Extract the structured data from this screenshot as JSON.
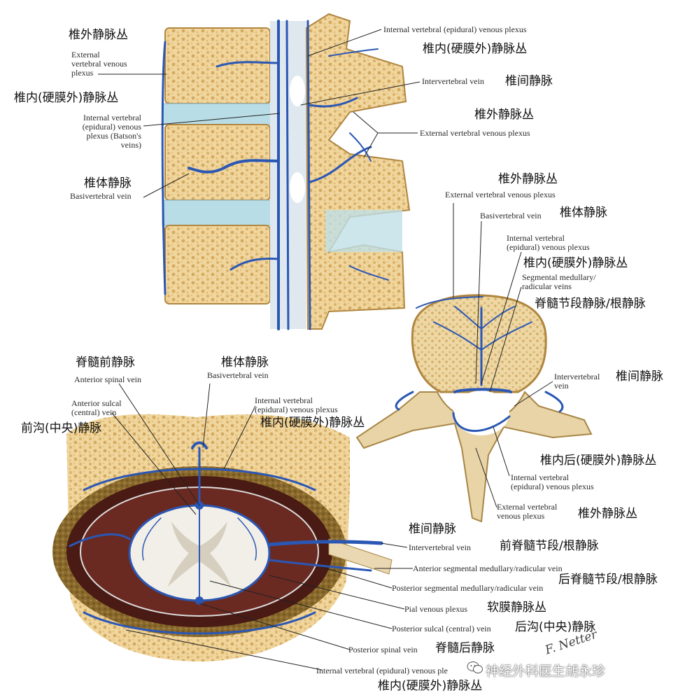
{
  "colors": {
    "vein": "#2b57b4",
    "bone": "#f3d9a2",
    "bone_dark": "#c9a361",
    "disc": "#b9dde6",
    "dura": "#4a1a14",
    "fat": "#8c6a2a",
    "cord": "#f2efe8",
    "leader": "#222222"
  },
  "icons": [
    "wechat-icon"
  ],
  "lateral_view": {
    "ext_plexus_cn": "椎外静脉丛",
    "ext_plexus_en": "External\nvertebral venous\nplexus",
    "int_plexus_cn": "椎内(硬膜外)静脉丛",
    "int_plexus_en": "Internal vertebral\n(epidural) venous\nplexus (Batson's\nveins)",
    "basivert_cn": "椎体静脉",
    "basivert_en": "Basivertebral vein",
    "int_plexus_top_en": "Internal vertebral (epidural) venous plexus",
    "int_plexus_top_cn": "椎内(硬膜外)静脉丛",
    "intervertebral_en": "Intervertebral vein",
    "intervertebral_cn": "椎间静脉",
    "ext_plexus_right_cn": "椎外静脉丛",
    "ext_plexus_right_en": "External vertebral venous plexus"
  },
  "axial_vertebra": {
    "ext_plexus_cn": "椎外静脉丛",
    "ext_plexus_en": "External vertebral venous plexus",
    "basivert_en": "Basivertebral vein",
    "basivert_cn": "椎体静脉",
    "int_plexus_en": "Internal vertebral\n(epidural) venous plexus",
    "int_plexus_cn": "椎内(硬膜外)静脉丛",
    "segmental_en": "Segmental medullary/\nradicular veins",
    "segmental_cn": "脊髓节段静脉/根静脉",
    "intervertebral_en": "Intervertebral\nvein",
    "intervertebral_cn": "椎间静脉",
    "int_post_cn": "椎内后(硬膜外)静脉丛",
    "int_post_en": "Internal vertebral\n(epidural) venous plexus",
    "ext_plexus2_en": "External vertebral\nvenous plexus",
    "ext_plexus2_cn": "椎外静脉丛"
  },
  "spinal_cord": {
    "ant_spinal_cn": "脊髓前静脉",
    "ant_spinal_en": "Anterior spinal vein",
    "ant_sulcal_en": "Anterior sulcal\n(central) vein",
    "ant_sulcal_cn": "前沟(中央)静脉",
    "basivert_cn": "椎体静脉",
    "basivert_en": "Basivertebral vein",
    "int_plexus_en": "Internal vertebral\n(epidural) venous plexus",
    "int_plexus_cn": "椎内(硬膜外)静脉丛",
    "intervertebral_cn": "椎间静脉",
    "intervertebral_en": "Intervertebral vein",
    "ant_segmental_en": "Anterior segmental medullary/radicular vein",
    "ant_segmental_cn": "前脊髓节段/根静脉",
    "post_segmental_en": "Posterior segmental medullary/radicular vein",
    "post_segmental_cn": "后脊髓节段/根静脉",
    "pial_en": "Pial venous plexus",
    "pial_cn": "软膜静脉丛",
    "post_sulcal_en": "Posterior sulcal (central) vein",
    "post_sulcal_cn": "后沟(中央)静脉",
    "post_spinal_en": "Posterior spinal vein",
    "post_spinal_cn": "脊髓后静脉",
    "int_plexus_bottom_en": "Internal vertebral (epidural) venous ple",
    "int_plexus_bottom_cn": "椎内(硬膜外)静脉丛"
  },
  "signature": "F. Netter",
  "watermark": "神经外科医生胡永珍"
}
